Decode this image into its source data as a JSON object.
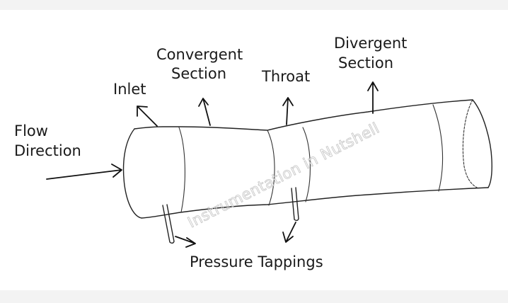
{
  "labels": {
    "flow_line1": "Flow",
    "flow_line2": "Direction",
    "inlet": "Inlet",
    "convergent_line1": "Convergent",
    "convergent_line2": "Section",
    "throat": "Throat",
    "divergent_line1": "Divergent",
    "divergent_line2": "Section",
    "pressure_tappings": "Pressure Tappings"
  },
  "watermark": "Instrumentation in Nutshell"
}
